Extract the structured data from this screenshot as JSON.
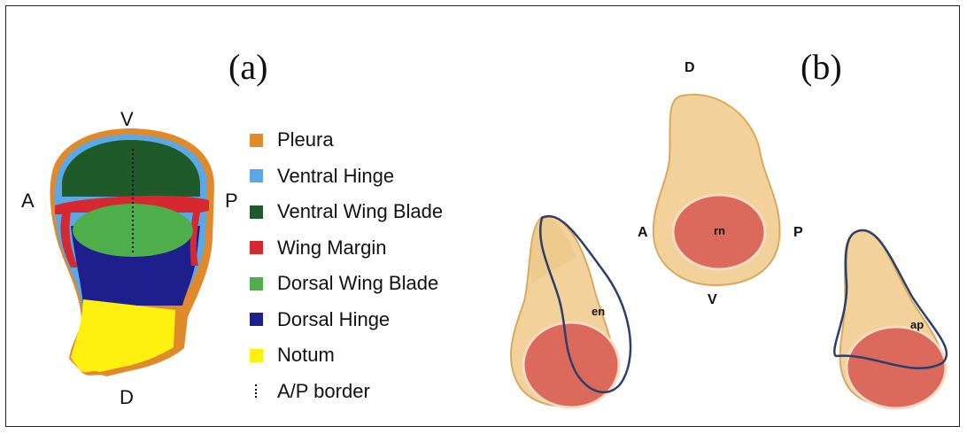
{
  "panel_a": {
    "label": "(a)",
    "axes": {
      "top": "V",
      "left": "A",
      "right": "P",
      "bottom": "D"
    },
    "legend": [
      {
        "label": "Pleura",
        "color": "#E08A2C"
      },
      {
        "label": "Ventral Hinge",
        "color": "#5AA9E6"
      },
      {
        "label": "Ventral Wing Blade",
        "color": "#1F5B2A"
      },
      {
        "label": "Wing Margin",
        "color": "#D62831"
      },
      {
        "label": "Dorsal Wing Blade",
        "color": "#4DAE4A"
      },
      {
        "label": "Dorsal Hinge",
        "color": "#1E1E8C"
      },
      {
        "label": "Notum",
        "color": "#FFF10F"
      },
      {
        "label": "A/P border",
        "color": "#111111"
      }
    ]
  },
  "panel_b": {
    "label": "(b)",
    "axes": {
      "top": "D",
      "left": "A",
      "right": "P",
      "bottom": "V"
    },
    "discs": [
      {
        "label": "en"
      },
      {
        "label": "rn"
      },
      {
        "label": "ap"
      }
    ],
    "colors": {
      "disc_fill": "#F2D29A",
      "disc_stroke": "#D9A95E",
      "pouch_fill": "#DB6A5C",
      "outline": "#2E3E6B"
    }
  }
}
